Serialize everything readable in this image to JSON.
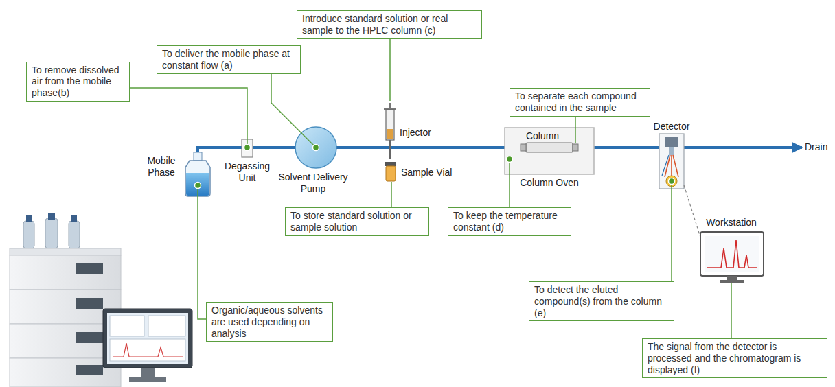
{
  "diagram": {
    "nodes": [
      {
        "text": [
          "Introduce standard solution or real sample to the HPLC column (c)"
        ]
      },
      {
        "text": [
          "To deliver the mobile phase at constant flow (a)"
        ]
      },
      {
        "text": [
          "To remove dissolved air from the mobile phase(b)"
        ]
      },
      {
        "text": [
          "To separate each compound contained in the sample"
        ]
      },
      {
        "text": [
          "To store standard solution or sample solution"
        ]
      },
      {
        "text": [
          "To keep the temperature constant (d)"
        ]
      },
      {
        "text": [
          "To detect the eluted compound(s) from the column (e)"
        ]
      },
      {
        "text": [
          "Organic/aqueous solvents are used depending on analysis"
        ]
      },
      {
        "text": [
          "The signal from the detector is processed and the chromatogram is displayed (f)"
        ]
      }
    ],
    "labels": [
      "Mobile Phase",
      "Degassing Unit",
      "Solvent Delivery Pump",
      "Injector",
      "Sample Vial",
      "Column",
      "Column Oven",
      "Detector",
      "Drain",
      "Workstation"
    ]
  }
}
